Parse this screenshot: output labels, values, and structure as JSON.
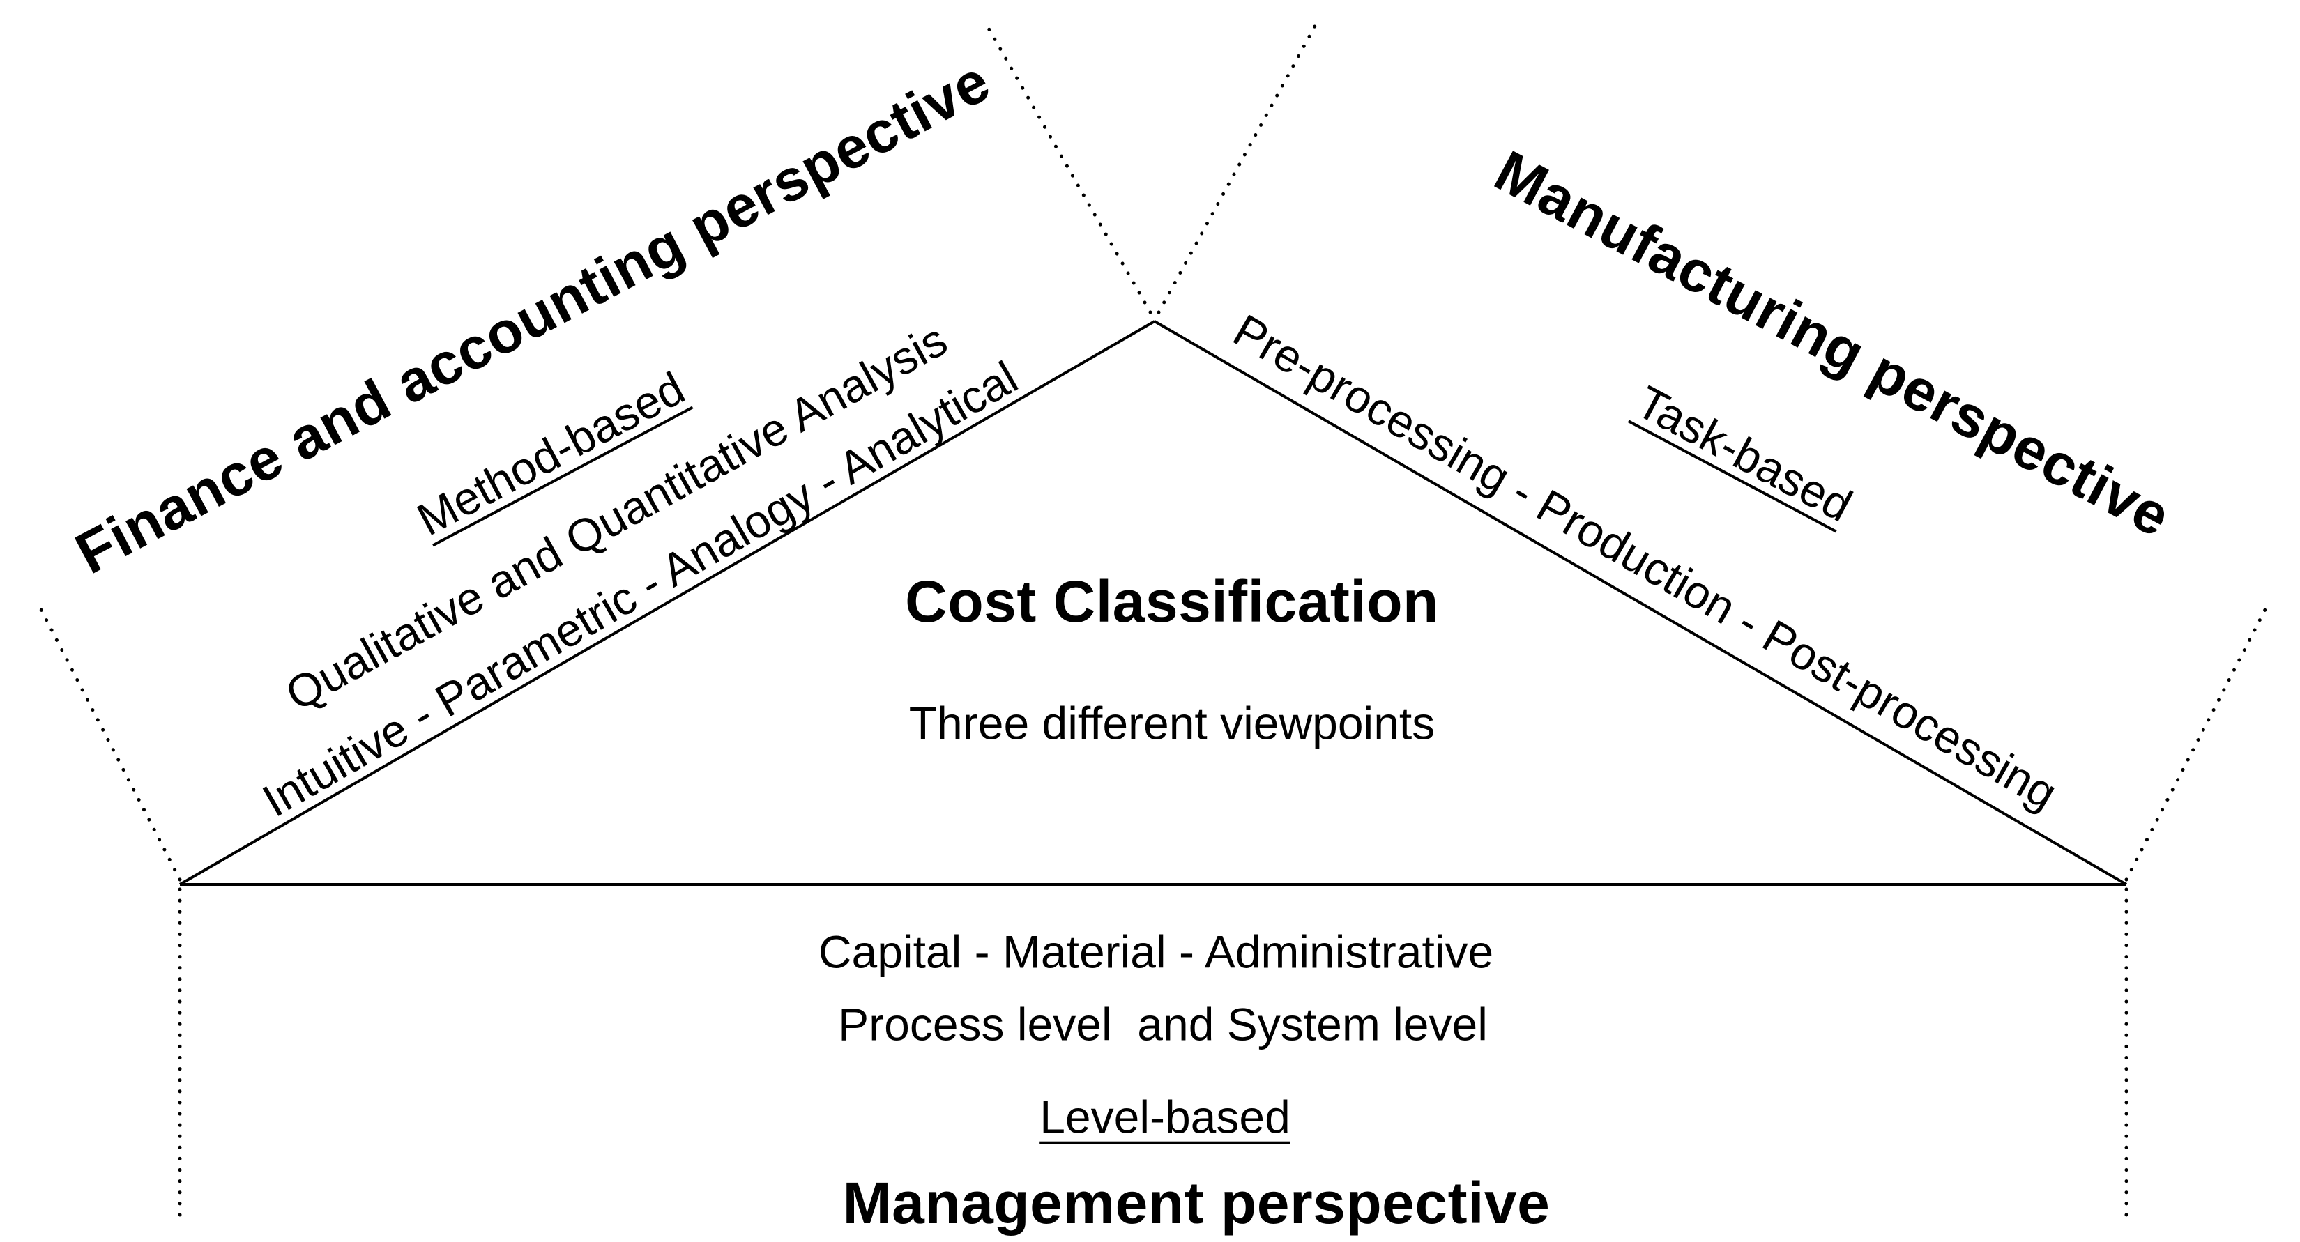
{
  "center": {
    "title": "Cost Classification",
    "subtitle": "Three different viewpoints"
  },
  "finance": {
    "title": "Finance and accounting perspective",
    "basis": "Method-based",
    "line1": "Qualitative and Quantitative Analysis",
    "line2": "Intuitive - Parametric - Analogy - Analytical"
  },
  "manufacturing": {
    "title": "Manufacturing perspective",
    "basis": "Task-based",
    "line1": "Pre-processing - Production - Post-processing"
  },
  "management": {
    "title": "Management perspective",
    "basis": "Level-based",
    "line1": "Capital - Material - Administrative",
    "line2": "Process level  and System level"
  },
  "colors": {
    "background": "#ffffff",
    "line": "#000000",
    "text": "#000000"
  }
}
